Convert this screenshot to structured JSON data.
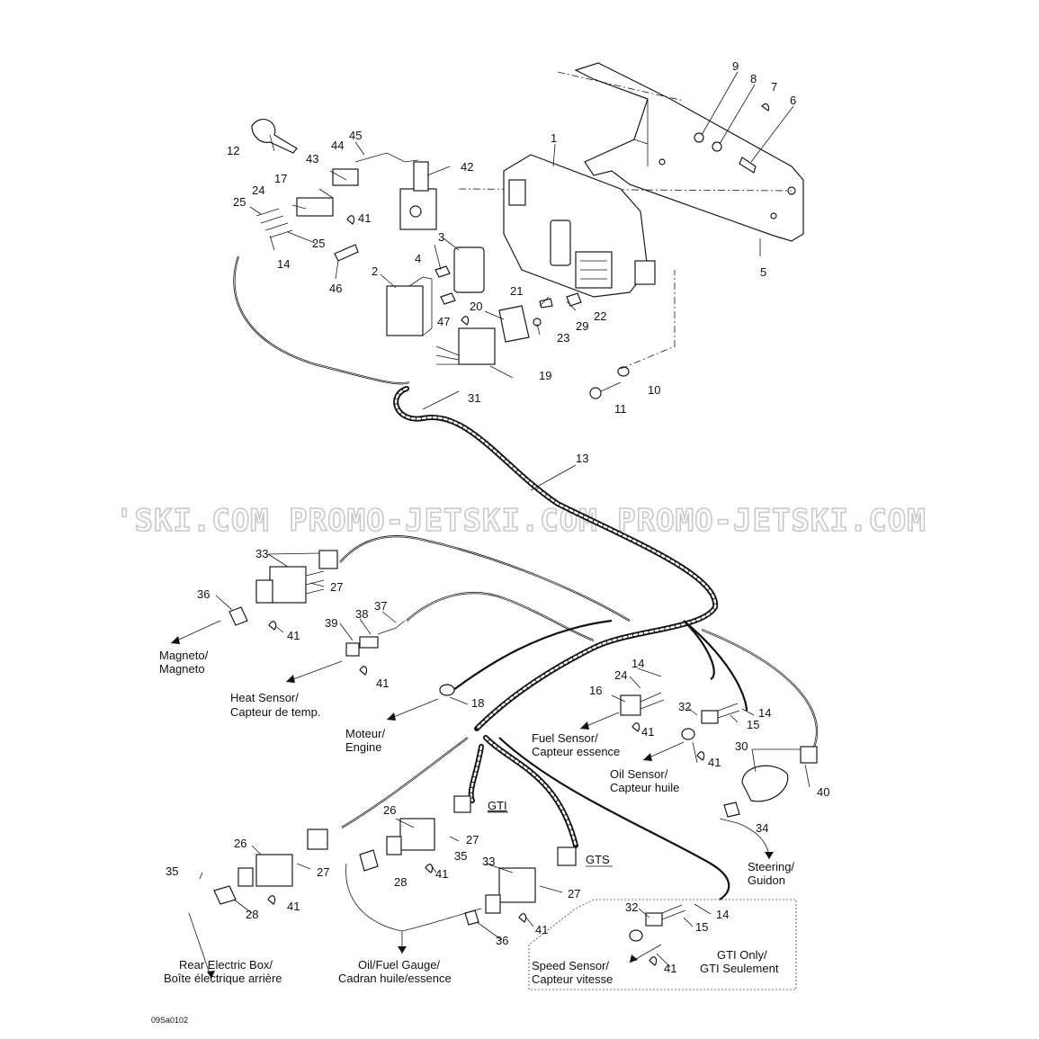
{
  "watermark": "'SKI.COM  PROMO-JETSKI.COM  PROMO-JETSKI.COM",
  "drawing_code": "09Sa0102",
  "part_labels": [
    "1",
    "2",
    "3",
    "4",
    "5",
    "6",
    "7",
    "8",
    "9",
    "10",
    "11",
    "12",
    "13",
    "14",
    "15",
    "16",
    "17",
    "18",
    "19",
    "20",
    "21",
    "22",
    "23",
    "24",
    "25",
    "26",
    "27",
    "28",
    "29",
    "30",
    "31",
    "32",
    "33",
    "34",
    "35",
    "36",
    "37",
    "38",
    "39",
    "40",
    "41",
    "42",
    "43",
    "44",
    "45",
    "46",
    "47"
  ],
  "model_tags": {
    "gti": "GTI",
    "gts": "GTS"
  },
  "callouts": {
    "magneto": [
      "Magneto/",
      "Magneto"
    ],
    "heat_sensor": [
      "Heat Sensor/",
      "Capteur de temp."
    ],
    "engine": [
      "Moteur/",
      "Engine"
    ],
    "fuel_sensor": [
      "Fuel Sensor/",
      "Capteur essence"
    ],
    "oil_sensor": [
      "Oil Sensor/",
      "Capteur huile"
    ],
    "steering": [
      "Steering/",
      "Guidon"
    ],
    "rear_box": [
      "Rear Electric Box/",
      "Boîte électrique arrière"
    ],
    "gauge": [
      "Oil/Fuel Gauge/",
      "Cadran huile/essence"
    ],
    "speed_sensor": [
      "Speed Sensor/",
      "Capteur vitesse"
    ],
    "gti_only": [
      "GTI Only/",
      "GTI Seulement"
    ]
  }
}
